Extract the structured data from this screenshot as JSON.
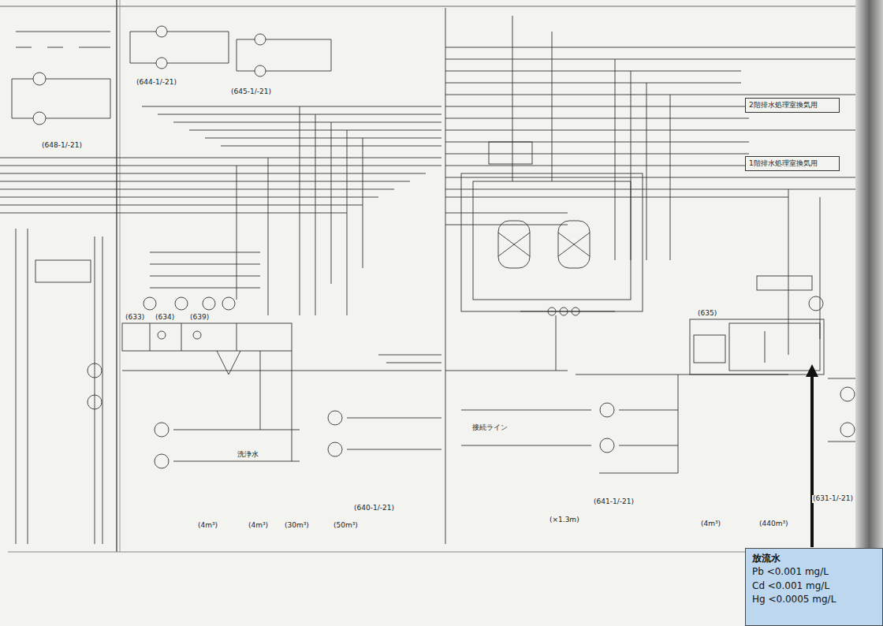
{
  "diagram": {
    "nodes": [
      {
        "text": [
          "2階排水処理室換気用"
        ]
      },
      {
        "text": [
          "1階排水処理室換気用"
        ]
      },
      {
        "text": [
          "放流水",
          "Pb  <0.001 mg/L",
          "Cd  <0.001 mg/L",
          "Hg  <0.0005 mg/L"
        ]
      }
    ],
    "labels": [
      "(648-1/-21)",
      "(644-1/-21)",
      "(645-1/-21)",
      "接続ライン",
      "(633)",
      "(634)",
      "(639)",
      "(640-1/-21)",
      "(641-1/-21)",
      "(635)",
      "(631-1/-21)",
      "(4m³)",
      "(4m³)",
      "(30m³)",
      "(50m³)",
      "(×1.3m)",
      "(4m³)",
      "(440m³)",
      "洗浄水"
    ]
  }
}
